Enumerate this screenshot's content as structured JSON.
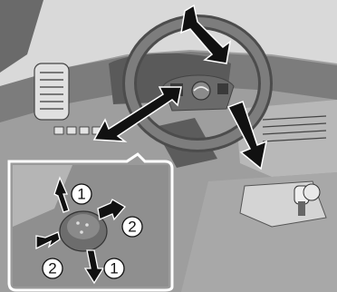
{
  "callouts": {
    "tilt_up": "1",
    "tilt_down": "1",
    "telescope_out": "2",
    "telescope_in": "2"
  },
  "colors": {
    "dashboard": "#6e6e6e",
    "interior_light": "#b4b4b4",
    "interior_mid": "#8c8c8c",
    "wheel": "#7a7a7a",
    "wheel_dark": "#555555",
    "arrow": "#111111",
    "inset_bg": "#9a9a9a",
    "inset_border": "#ffffff"
  },
  "icons": [
    "tilt-telescopic-arrow",
    "lever-knob",
    "steering-wheel",
    "gear-shifter"
  ]
}
